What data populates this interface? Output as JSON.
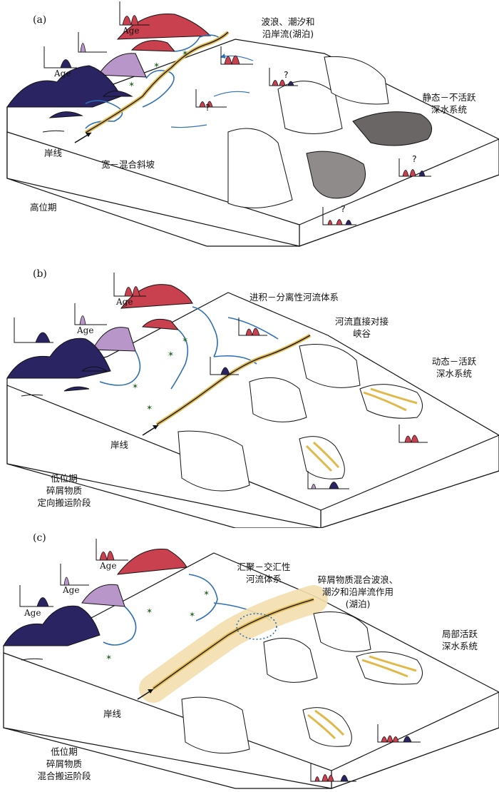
{
  "panels": {
    "a": {
      "tag": "(a)",
      "age": "Age",
      "process": [
        "波浪、潮汐和",
        "沿岸流(湖泊)"
      ],
      "deepwater": [
        "静态－不活跃",
        "深水系统"
      ],
      "shoreline": "岸线",
      "slope": "宽－混合斜坡",
      "stage": [
        "高位期"
      ],
      "unknown_mark": "?"
    },
    "b": {
      "tag": "(b)",
      "age": "Age",
      "fluvial": "进积－分离性河流体系",
      "canyon": [
        "河流直接对接",
        "峡谷"
      ],
      "deepwater": [
        "动态－活跃",
        "深水系统"
      ],
      "shoreline": "岸线",
      "stage": [
        "低位期",
        "碎屑物质",
        "定向搬运阶段"
      ]
    },
    "c": {
      "tag": "(c)",
      "age": "Age",
      "fluvial": [
        "汇聚－交汇性",
        "河流体系"
      ],
      "mixing": [
        "碎屑物质混合波浪、",
        "潮汐和沿岸流作用",
        "(湖泊)"
      ],
      "deepwater": [
        "局部活跃",
        "深水系统"
      ],
      "shoreline": "岸线",
      "stage": [
        "低位期",
        "碎屑物质",
        "混合搬运阶段"
      ]
    }
  },
  "colors": {
    "source_red": "#c9404e",
    "source_purple": "#b996c9",
    "source_navy": "#2b2463",
    "river_blue": "#2f6fb5",
    "shore_yellow": "#e0b94a",
    "shore_halo": "#f3dfae",
    "fan_grey": "#8f8b8b",
    "fan_dark": "#6a6666",
    "plant_green": "#2e6b2e"
  }
}
